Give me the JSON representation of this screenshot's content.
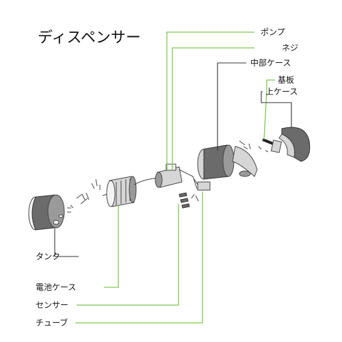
{
  "title": "ディスペンサー",
  "labels": {
    "pump": "ポンプ",
    "screw": "ネジ",
    "middle_case": "中部ケース",
    "board": "基板",
    "upper_case": "上ケース",
    "tank": "タンク",
    "battery_case": "電池ケース",
    "sensor": "センサー",
    "tube": "チューブ"
  },
  "colors": {
    "leader_line": "#7ec850",
    "part_dark": "#6b6b6b",
    "part_light": "#d6d6d6"
  }
}
